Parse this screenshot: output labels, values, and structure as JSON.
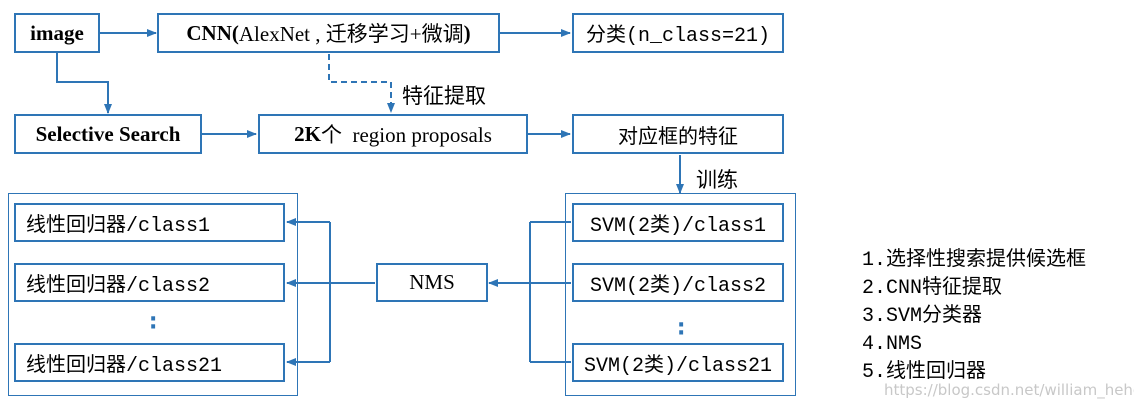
{
  "boxes": {
    "image": "image",
    "cnn_bold": "CNN(",
    "cnn_rest": "AlexNet , 迁移学习+微调",
    "cnn_close": ")",
    "classify": "分类(n_class=21)",
    "selective_search": "Selective Search",
    "proposals_bold": "2K",
    "proposals_rest": "个  region proposals",
    "box_features": "对应框的特征",
    "nms": "NMS"
  },
  "edge_labels": {
    "feature_extract": "特征提取",
    "train": "训练"
  },
  "regressors": [
    "线性回归器/class1",
    "线性回归器/class2",
    "线性回归器/class21"
  ],
  "svms": [
    "SVM(2类)/class1",
    "SVM(2类)/class2",
    "SVM(2类)/class21"
  ],
  "steps": [
    "1.选择性搜索提供候选框",
    "2.CNN特征提取",
    "3.SVM分类器",
    "4.NMS",
    "5.线性回归器"
  ],
  "watermark": "https://blog.csdn.net/william_hehe",
  "colors": {
    "accent": "#2E75B6"
  }
}
